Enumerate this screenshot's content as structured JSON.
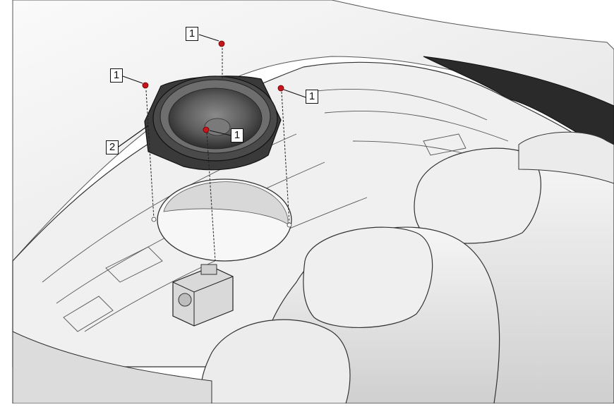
{
  "diagram": {
    "callouts": [
      {
        "id": "c-top",
        "label": "1"
      },
      {
        "id": "c-left",
        "label": "1"
      },
      {
        "id": "c-right",
        "label": "1"
      },
      {
        "id": "c-center",
        "label": "1"
      },
      {
        "id": "c-bracket",
        "label": "2"
      }
    ],
    "colors": {
      "fastener_head": "#c4161c",
      "outline": "#222222",
      "panel_fill": "#f0f0f0",
      "seat_fill": "#e9e9e9",
      "speaker_cone": "#555555",
      "trim_dark": "#2a2a2a"
    }
  }
}
